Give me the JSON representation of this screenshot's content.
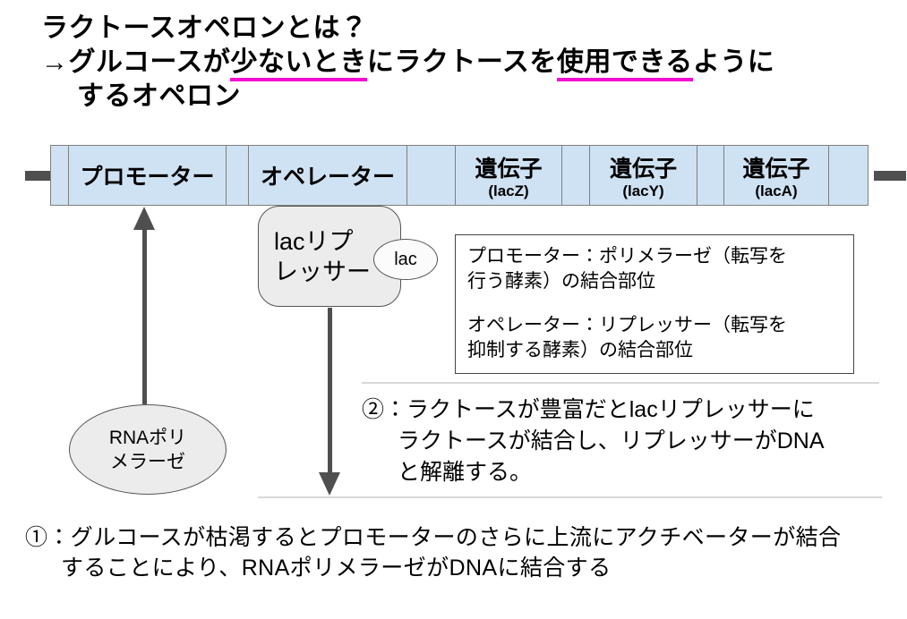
{
  "title": {
    "line1": "ラクトースオペロンとは？",
    "line2_pre": "→グルコースが",
    "line2_hl1": "少ないとき",
    "line2_mid": "にラクトースを",
    "line2_hl2": "使用できる",
    "line2_post": "ように",
    "line3": "するオペロン"
  },
  "dna": {
    "segments": [
      {
        "label": "プロモーター",
        "sub": ""
      },
      {
        "label": "オペレーター",
        "sub": ""
      },
      {
        "label": "遺伝子",
        "sub": "(lacZ)"
      },
      {
        "label": "遺伝子",
        "sub": "(lacY)"
      },
      {
        "label": "遺伝子",
        "sub": "(lacA)"
      }
    ]
  },
  "repressor": {
    "line1": "lacリプ",
    "line2": "レッサー",
    "tag": "lac"
  },
  "rna_polymerase": {
    "line1": "RNAポリ",
    "line2": "メラーゼ"
  },
  "info_box": {
    "p1_line1": "プロモーター：ポリメラーゼ（転写を",
    "p1_line2": "行う酵素）の結合部位",
    "p2_line1": "オペレーター：リプレッサー（転写を",
    "p2_line2": "抑制する酵素）の結合部位"
  },
  "note2": {
    "line1": "②：ラクトースが豊富だとlacリプレッサーに",
    "line2": "ラクトースが結合し、リプレッサーがDNA",
    "line3": "と解離する。"
  },
  "note1": {
    "line1": "①：グルコースが枯渇するとプロモーターのさらに上流にアクチベーターが結合",
    "line2": "することにより、RNAポリメラーゼがDNAに結合する"
  },
  "colors": {
    "accent": "#f40dd0",
    "strip-blue": "#cfe2f3",
    "shape-gray": "#ececec",
    "arrow-gray": "#4f4f4f",
    "cap-gray": "#4f4f4f",
    "divider-gray": "#d7d7d7"
  }
}
